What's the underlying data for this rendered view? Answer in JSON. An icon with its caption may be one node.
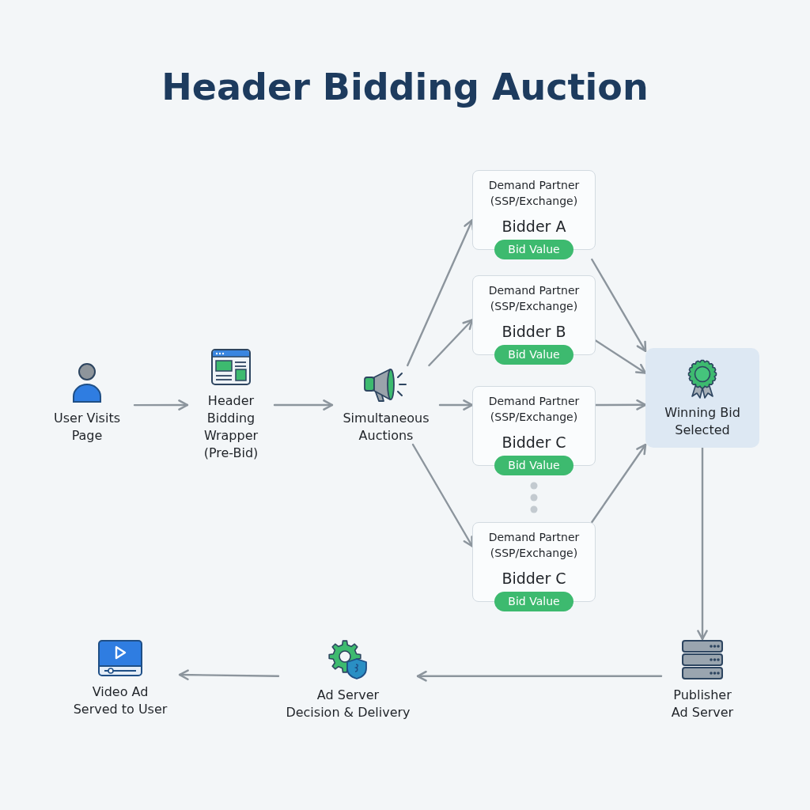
{
  "diagram": {
    "title": "Header Bidding Auction",
    "nodes": [
      {
        "text": [
          "User Visits Page"
        ]
      },
      {
        "text": [
          "Header Bidding Wrapper (Pre-Bid)"
        ]
      },
      {
        "text": [
          "Simultaneous Auctions"
        ]
      },
      {
        "text": [
          "Demand Partner (SSP/Exchange)",
          "Bidder A",
          "Bid Value"
        ]
      },
      {
        "text": [
          "Demand Partner (SSP/Exchange)",
          "Bidder B",
          "Bid Value"
        ]
      },
      {
        "text": [
          "Demand Partner (SSP/Exchange)",
          "Bidder C",
          "Bid Value"
        ]
      },
      {
        "text": [
          "Demand Partner (SSP/Exchange)",
          "Bidder C",
          "Bid Value"
        ]
      },
      {
        "text": [
          "Winning Bid Selected"
        ]
      },
      {
        "text": [
          "Publisher Ad Server"
        ]
      },
      {
        "text": [
          "Ad Server Decision & Delivery"
        ]
      },
      {
        "text": [
          "Video Ad Served to User"
        ]
      }
    ],
    "edges": [
      {
        "from": 0,
        "to": 1,
        "arrow": "to"
      },
      {
        "from": 1,
        "to": 2,
        "arrow": "to"
      },
      {
        "from": 2,
        "to": 3,
        "arrow": "to"
      },
      {
        "from": 2,
        "to": 4,
        "arrow": "to"
      },
      {
        "from": 2,
        "to": 5,
        "arrow": "to"
      },
      {
        "from": 2,
        "to": 6,
        "arrow": "to"
      },
      {
        "from": 3,
        "to": 7,
        "arrow": "to"
      },
      {
        "from": 4,
        "to": 7,
        "arrow": "to"
      },
      {
        "from": 5,
        "to": 7,
        "arrow": "to"
      },
      {
        "from": 6,
        "to": 7,
        "arrow": "to"
      },
      {
        "from": 7,
        "to": 8,
        "arrow": "to"
      },
      {
        "from": 8,
        "to": 9,
        "arrow": "to"
      },
      {
        "from": 9,
        "to": 10,
        "arrow": "to"
      }
    ]
  }
}
